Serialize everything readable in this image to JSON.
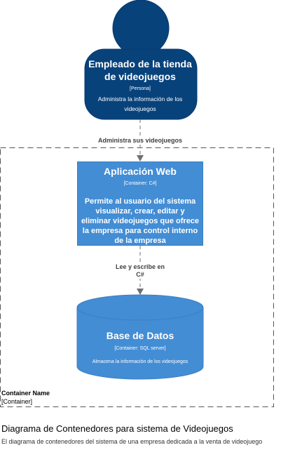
{
  "person": {
    "name": "Empleado de la tienda de videojuegos",
    "type": "[Persona]",
    "description": "Administra la información de los videojuegos",
    "fill": "#08427b"
  },
  "relations": {
    "person_to_app": "Administra sus videojuegos",
    "app_to_db": "Lee y escribe en C#"
  },
  "boundary": {
    "name": "Container Name",
    "type": "[Container]"
  },
  "web_app": {
    "name": "Aplicación Web",
    "type": "[Container: C#]",
    "description": "Permite al usuario del sistema visualizar, crear, editar y eliminar videojuegos que ofrece la empresa para control interno de la empresa",
    "fill": "#438dd5"
  },
  "database": {
    "name": "Base de Datos",
    "type": "[Container: SQL server]",
    "description": "Almacena la información de los videojuegos",
    "fill": "#438dd5"
  },
  "legend": {
    "title": "Diagrama de Contenedores para sistema de Videojuegos",
    "description": "El diagrama de contenedores del sistema de una empresa dedicada a la venta de videojuego"
  }
}
